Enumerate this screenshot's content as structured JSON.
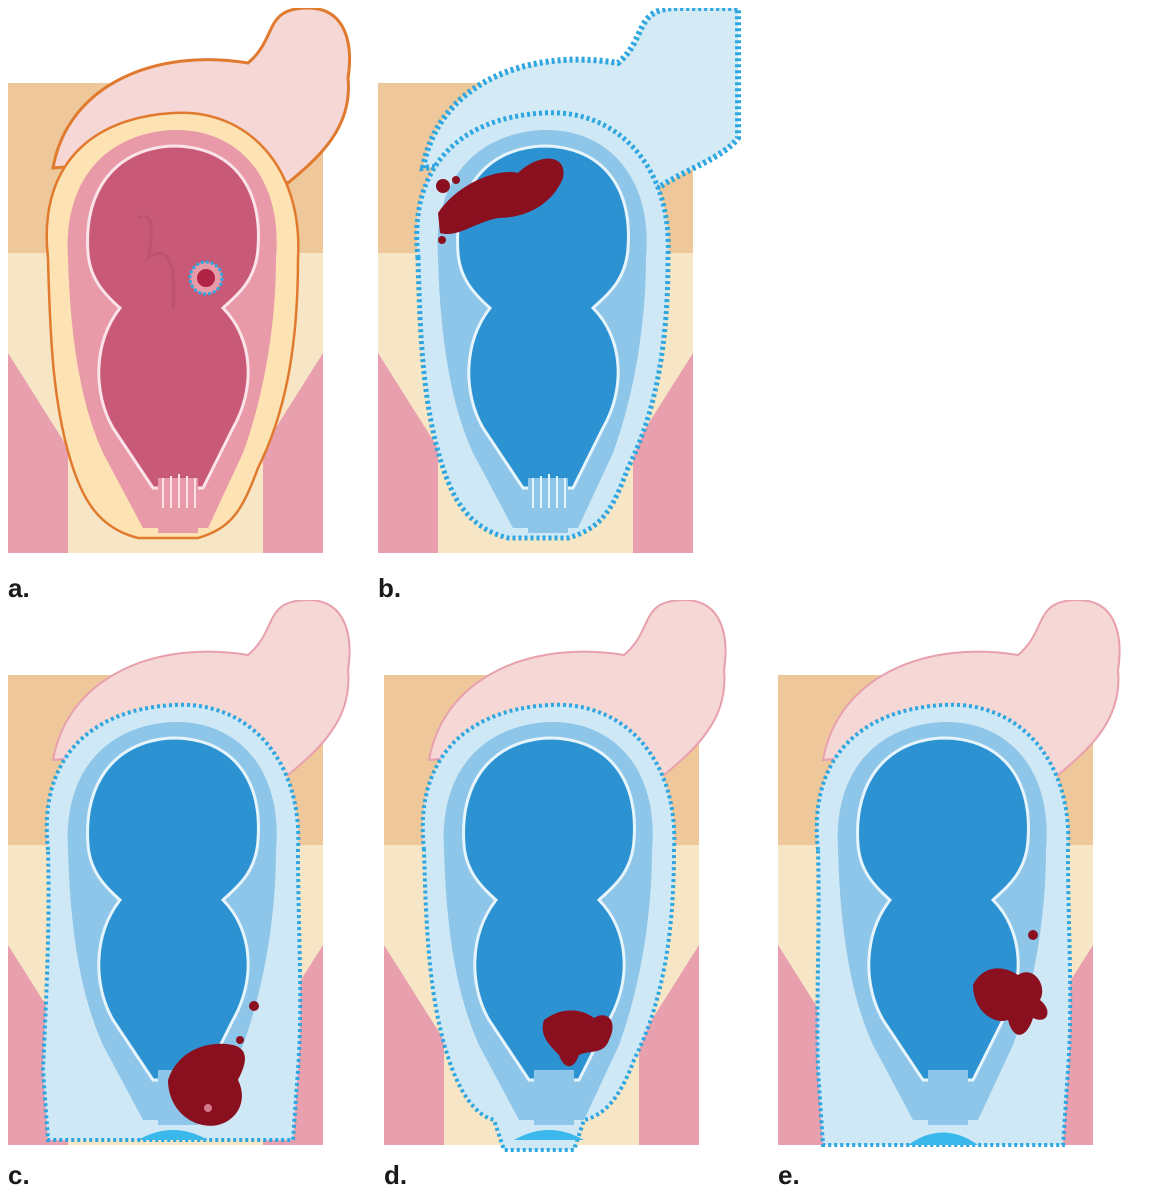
{
  "panels": [
    {
      "id": "a",
      "label": "a.",
      "state": "tumor-confined"
    },
    {
      "id": "b",
      "label": "b.",
      "state": "upper-rectum-tumor"
    },
    {
      "id": "c",
      "label": "c.",
      "state": "low-rectum-tumor"
    },
    {
      "id": "d",
      "label": "d.",
      "state": "anorectal-tumor"
    },
    {
      "id": "e",
      "label": "e.",
      "state": "mid-rectum-tumor"
    }
  ],
  "colors": {
    "lumen": "#c85a78",
    "wall": "#e89aa8",
    "mesorectum": "#fde2b4",
    "peritoneum": "#f3d1cf",
    "peritoneum_outline": "#e07a2e",
    "pelvic_fat": "#eec89a",
    "fascia_orange": "#e3925a",
    "blue_lumen": "#2c92d2",
    "blue_wall": "#8ec6ea",
    "blue_meso": "#cfe8f5",
    "dash_blue": "#2ea7e0",
    "tumor": "#8a1020"
  }
}
